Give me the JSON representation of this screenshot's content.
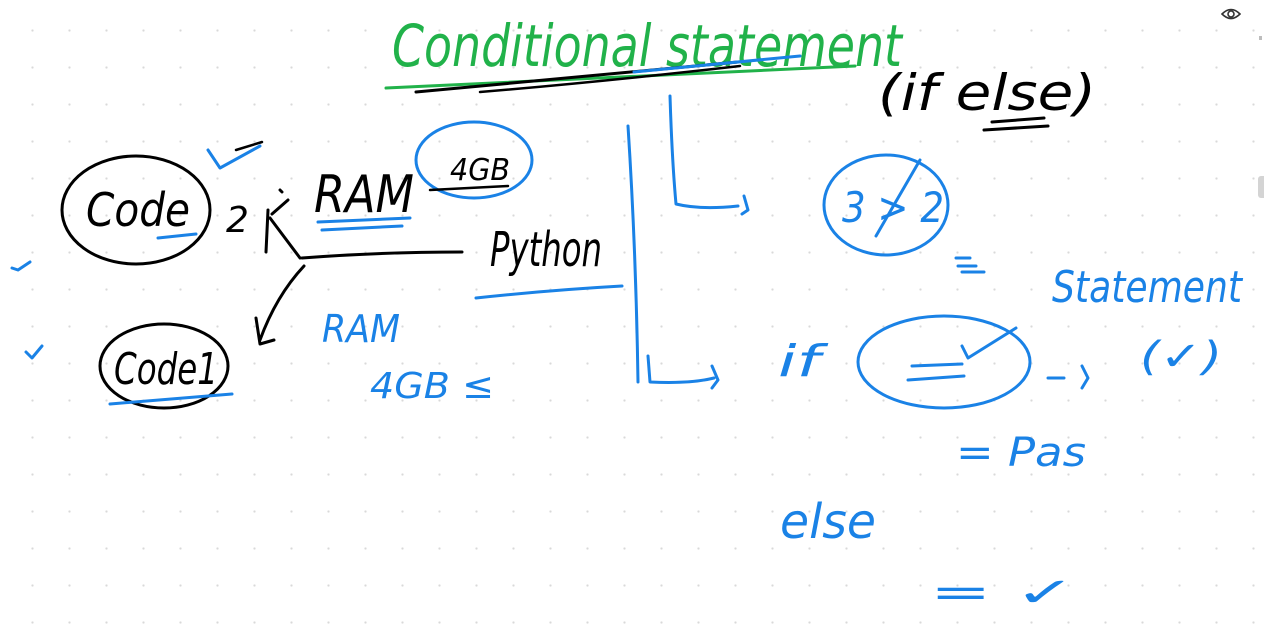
{
  "colors": {
    "black_ink": "#000000",
    "blue_ink": "#1a82e6",
    "green_ink": "#21b24a",
    "toolbar_icon": "#333333"
  },
  "toolbar": {
    "view_icon": "eye-icon"
  },
  "canvas": {
    "title": "Conditional statement",
    "title_sub": "(if else)",
    "code_top": "Code",
    "number_two": "2",
    "ram_top": "RAM",
    "ram_top_size": "4GB",
    "python": "Python",
    "code_bottom": "Code1",
    "ram_bottom": "RAM",
    "ram_bottom_size": "4GB ≤",
    "compare": "3 > 2",
    "if_label": "if",
    "statement": "Statement",
    "statement_mark": "(✓)",
    "pass": "= Pas",
    "else_label": "else",
    "else_result": "= ✓"
  }
}
